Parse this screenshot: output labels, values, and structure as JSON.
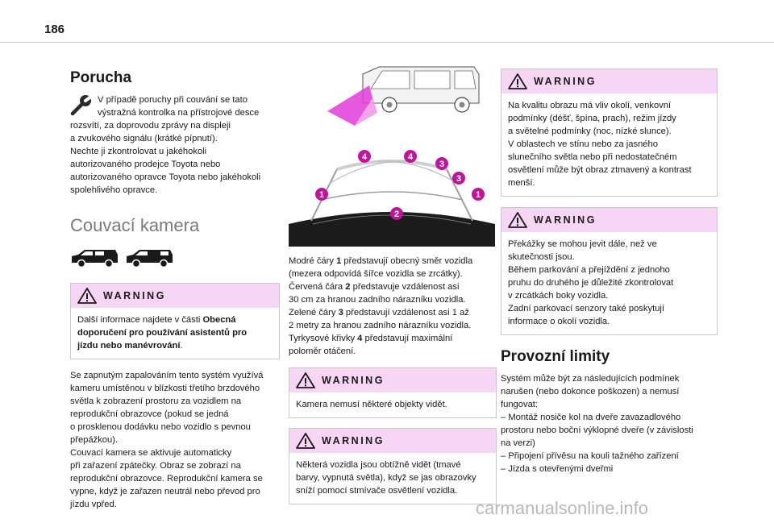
{
  "page_number": "186",
  "left": {
    "heading": "Porucha",
    "fault_lines": [
      "V případě poruchy při couvání se tato",
      "výstražná kontrolka na přístrojové desce",
      "rozsvítí, za doprovodu zprávy na displeji",
      "a zvukového signálu (krátké pípnutí).",
      "Nechte ji zkontrolovat u jakéhokoli",
      "autorizovaného prodejce Toyota nebo",
      "autorizovaného opravce Toyota nebo jakéhokoli",
      "spolehlivého opravce."
    ],
    "camera_heading": "Couvací kamera",
    "warning": {
      "title": "WARNING",
      "line1": "Další informace najdete v části ",
      "line1_bold": "Obecná",
      "line2_bold": "doporučení pro používání asistentů pro",
      "line3_bold": "jízdu nebo manévrování",
      "line3_end": "."
    },
    "body_lines": [
      "Se zapnutým zapalováním tento systém využívá",
      "kameru umístěnou v blízkosti třetího brzdového",
      "světla k zobrazení prostoru za vozidlem na",
      "reprodukční obrazovce (pokud se jedná",
      "o prosklenou dodávku nebo vozidlo s pevnou",
      "přepážkou).",
      "Couvací kamera se aktivuje automaticky",
      "při zařazení zpátečky. Obraz se zobrazí na",
      "reprodukční obrazovce. Reprodukční kamera se",
      "vypne, když je zařazen neutrál nebo převod pro",
      "jízdu vpřed."
    ]
  },
  "middle": {
    "figure_labels": [
      "1",
      "2",
      "3",
      "4"
    ],
    "desc": {
      "l1a": "Modré čáry ",
      "l1b": "1",
      "l1c": " představují obecný směr vozidla",
      "l2": "(mezera odpovídá šířce vozidla se zrcátky).",
      "l3a": "Červená čára ",
      "l3b": "2",
      "l3c": " představuje vzdálenost asi",
      "l4": "30 cm za hranou zadního nárazníku vozidla.",
      "l5a": "Zelené čáry ",
      "l5b": "3",
      "l5c": " představují vzdálenost asi 1 až",
      "l6": "2 metry za hranou zadního nárazníku vozidla.",
      "l7a": "Tyrkysové křivky ",
      "l7b": "4",
      "l7c": " představují maximální",
      "l8": "poloměr otáčení."
    },
    "warning2": {
      "title": "WARNING",
      "text": "Kamera nemusí některé objekty vidět."
    },
    "warning3": {
      "title": "WARNING",
      "lines": [
        "Některá vozidla jsou obtížně vidět (tmavé",
        "barvy, vypnutá světla), když se jas obrazovky",
        "sníží pomocí stmívače osvětlení vozidla."
      ]
    }
  },
  "right": {
    "warning4": {
      "title": "WARNING",
      "lines": [
        "Na kvalitu obrazu má vliv okolí, venkovní",
        "podmínky (déšť, špína, prach), režim jízdy",
        "a světelné podmínky (noc, nízké slunce).",
        "V oblastech ve stínu nebo za jasného",
        "slunečního světla nebo při nedostatečném",
        "osvětlení může být obraz ztmavený a kontrast",
        "menší."
      ]
    },
    "warning5": {
      "title": "WARNING",
      "lines": [
        "Překážky se mohou jevit dále, než ve",
        "skutečnosti jsou.",
        "Během parkování a přejíždění z jednoho",
        "pruhu do druhého je důležité zkontrolovat",
        "v zrcátkách boky vozidla.",
        "Zadní parkovací senzory také poskytují",
        "informace o okolí vozidla."
      ]
    },
    "heading": "Provozní limity",
    "lines": [
      "Systém může být za následujících podmínek",
      "narušen (nebo dokonce poškozen) a nemusí",
      "fungovat:",
      "– Montáž nosiče kol na dveře zavazadlového",
      "prostoru nebo boční výklopné dveře (v závislosti",
      "na verzi)",
      "– Připojení přívěsu na kouli tažného zařízení",
      "– Jízda s otevřenými dveřmi"
    ]
  },
  "watermark": "carmanualsonline.info",
  "colors": {
    "warning_band": "#f7d5f5",
    "guide_marker": "#c0149a",
    "camera_zone": "#e23bd7"
  }
}
